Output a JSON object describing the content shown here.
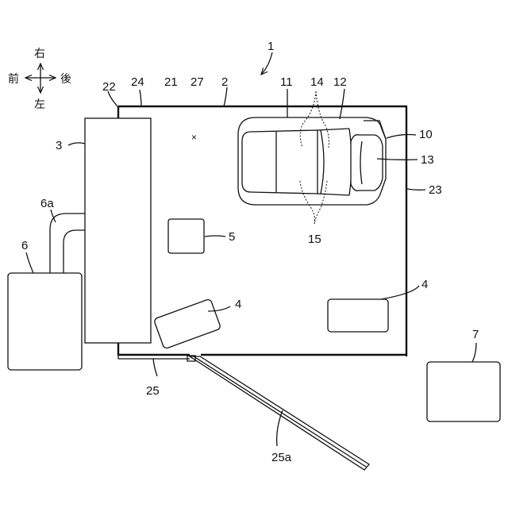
{
  "directions": {
    "up": "右",
    "left": "前",
    "right": "後",
    "down": "左"
  },
  "labels": {
    "l1": "1",
    "l2": "2",
    "l3": "3",
    "l4a": "4",
    "l4b": "4",
    "l5": "5",
    "l6": "6",
    "l6a": "6a",
    "l7": "7",
    "l10": "10",
    "l11": "11",
    "l12": "12",
    "l13": "13",
    "l14": "14",
    "l15": "15",
    "l21": "21",
    "l22": "22",
    "l23": "23",
    "l24": "24",
    "l25": "25",
    "l25a": "25a",
    "l27": "27"
  }
}
